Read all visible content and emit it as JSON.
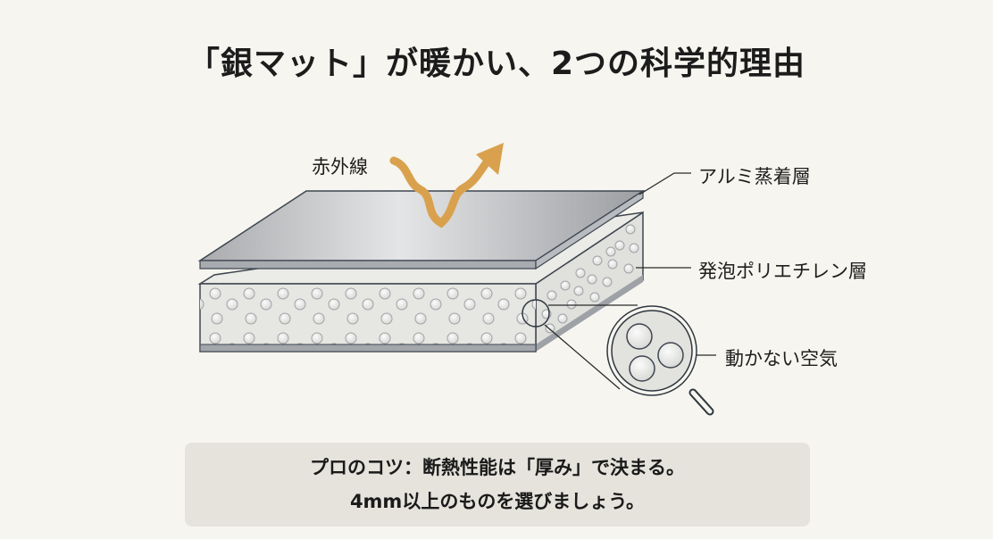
{
  "title": "「銀マット」が暖かい、2つの科学的理由",
  "labels": {
    "infrared": "赤外線",
    "aluminum_layer": "アルミ蒸着層",
    "foam_layer": "発泡ポリエチレン層",
    "still_air": "動かない空気"
  },
  "tip": {
    "line1": "プロのコツ：断熱性能は「厚み」で決まる。",
    "line2": "4mm以上のものを選びましょう。"
  },
  "icons": {
    "infrared_arrow": "wavy-arrow-icon",
    "magnifier": "magnifying-glass-icon"
  },
  "colors": {
    "background": "#f6f5ef",
    "arrow": "#d9a14e",
    "outline": "#3e4650",
    "foam": "#e6e6e2",
    "tip_box": "#e5e3dc"
  }
}
